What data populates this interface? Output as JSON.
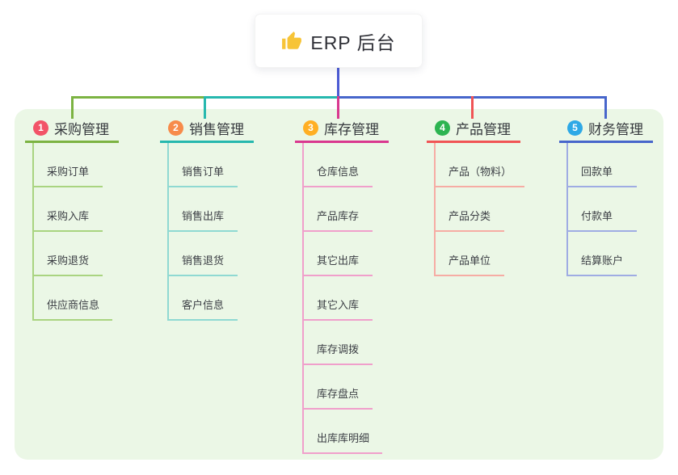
{
  "root": {
    "label": "ERP 后台",
    "icon": "thumbs-up-icon",
    "icon_color": "#F7C437",
    "connector_color": "#4C5BD4"
  },
  "canvas": {
    "page_bg": "#FFFFFF",
    "panel_bg": "#EBF7E6"
  },
  "branches": [
    {
      "index": "1",
      "title": "采购管理",
      "badge_color": "#F25368",
      "line_color": "#7CB342",
      "sub_line_color": "#A9D480",
      "items": [
        "采购订单",
        "采购入库",
        "采购退货",
        "供应商信息"
      ]
    },
    {
      "index": "2",
      "title": "销售管理",
      "badge_color": "#F78B4A",
      "line_color": "#26B8AE",
      "sub_line_color": "#8FD9D2",
      "items": [
        "销售订单",
        "销售出库",
        "销售退货",
        "客户信息"
      ]
    },
    {
      "index": "3",
      "title": "库存管理",
      "badge_color": "#FFAF24",
      "line_color": "#D9388F",
      "sub_line_color": "#F09FCB",
      "items": [
        "仓库信息",
        "产品库存",
        "其它出库",
        "其它入库",
        "库存调拨",
        "库存盘点",
        "出库库明细"
      ]
    },
    {
      "index": "4",
      "title": "产品管理",
      "badge_color": "#2DB451",
      "line_color": "#F05455",
      "sub_line_color": "#F6ACA4",
      "items": [
        "产品（物料）",
        "产品分类",
        "产品单位"
      ]
    },
    {
      "index": "5",
      "title": "财务管理",
      "badge_color": "#2EA9E6",
      "line_color": "#4766CB",
      "sub_line_color": "#9FACE3",
      "items": [
        "回款单",
        "付款单",
        "结算账户"
      ]
    }
  ]
}
